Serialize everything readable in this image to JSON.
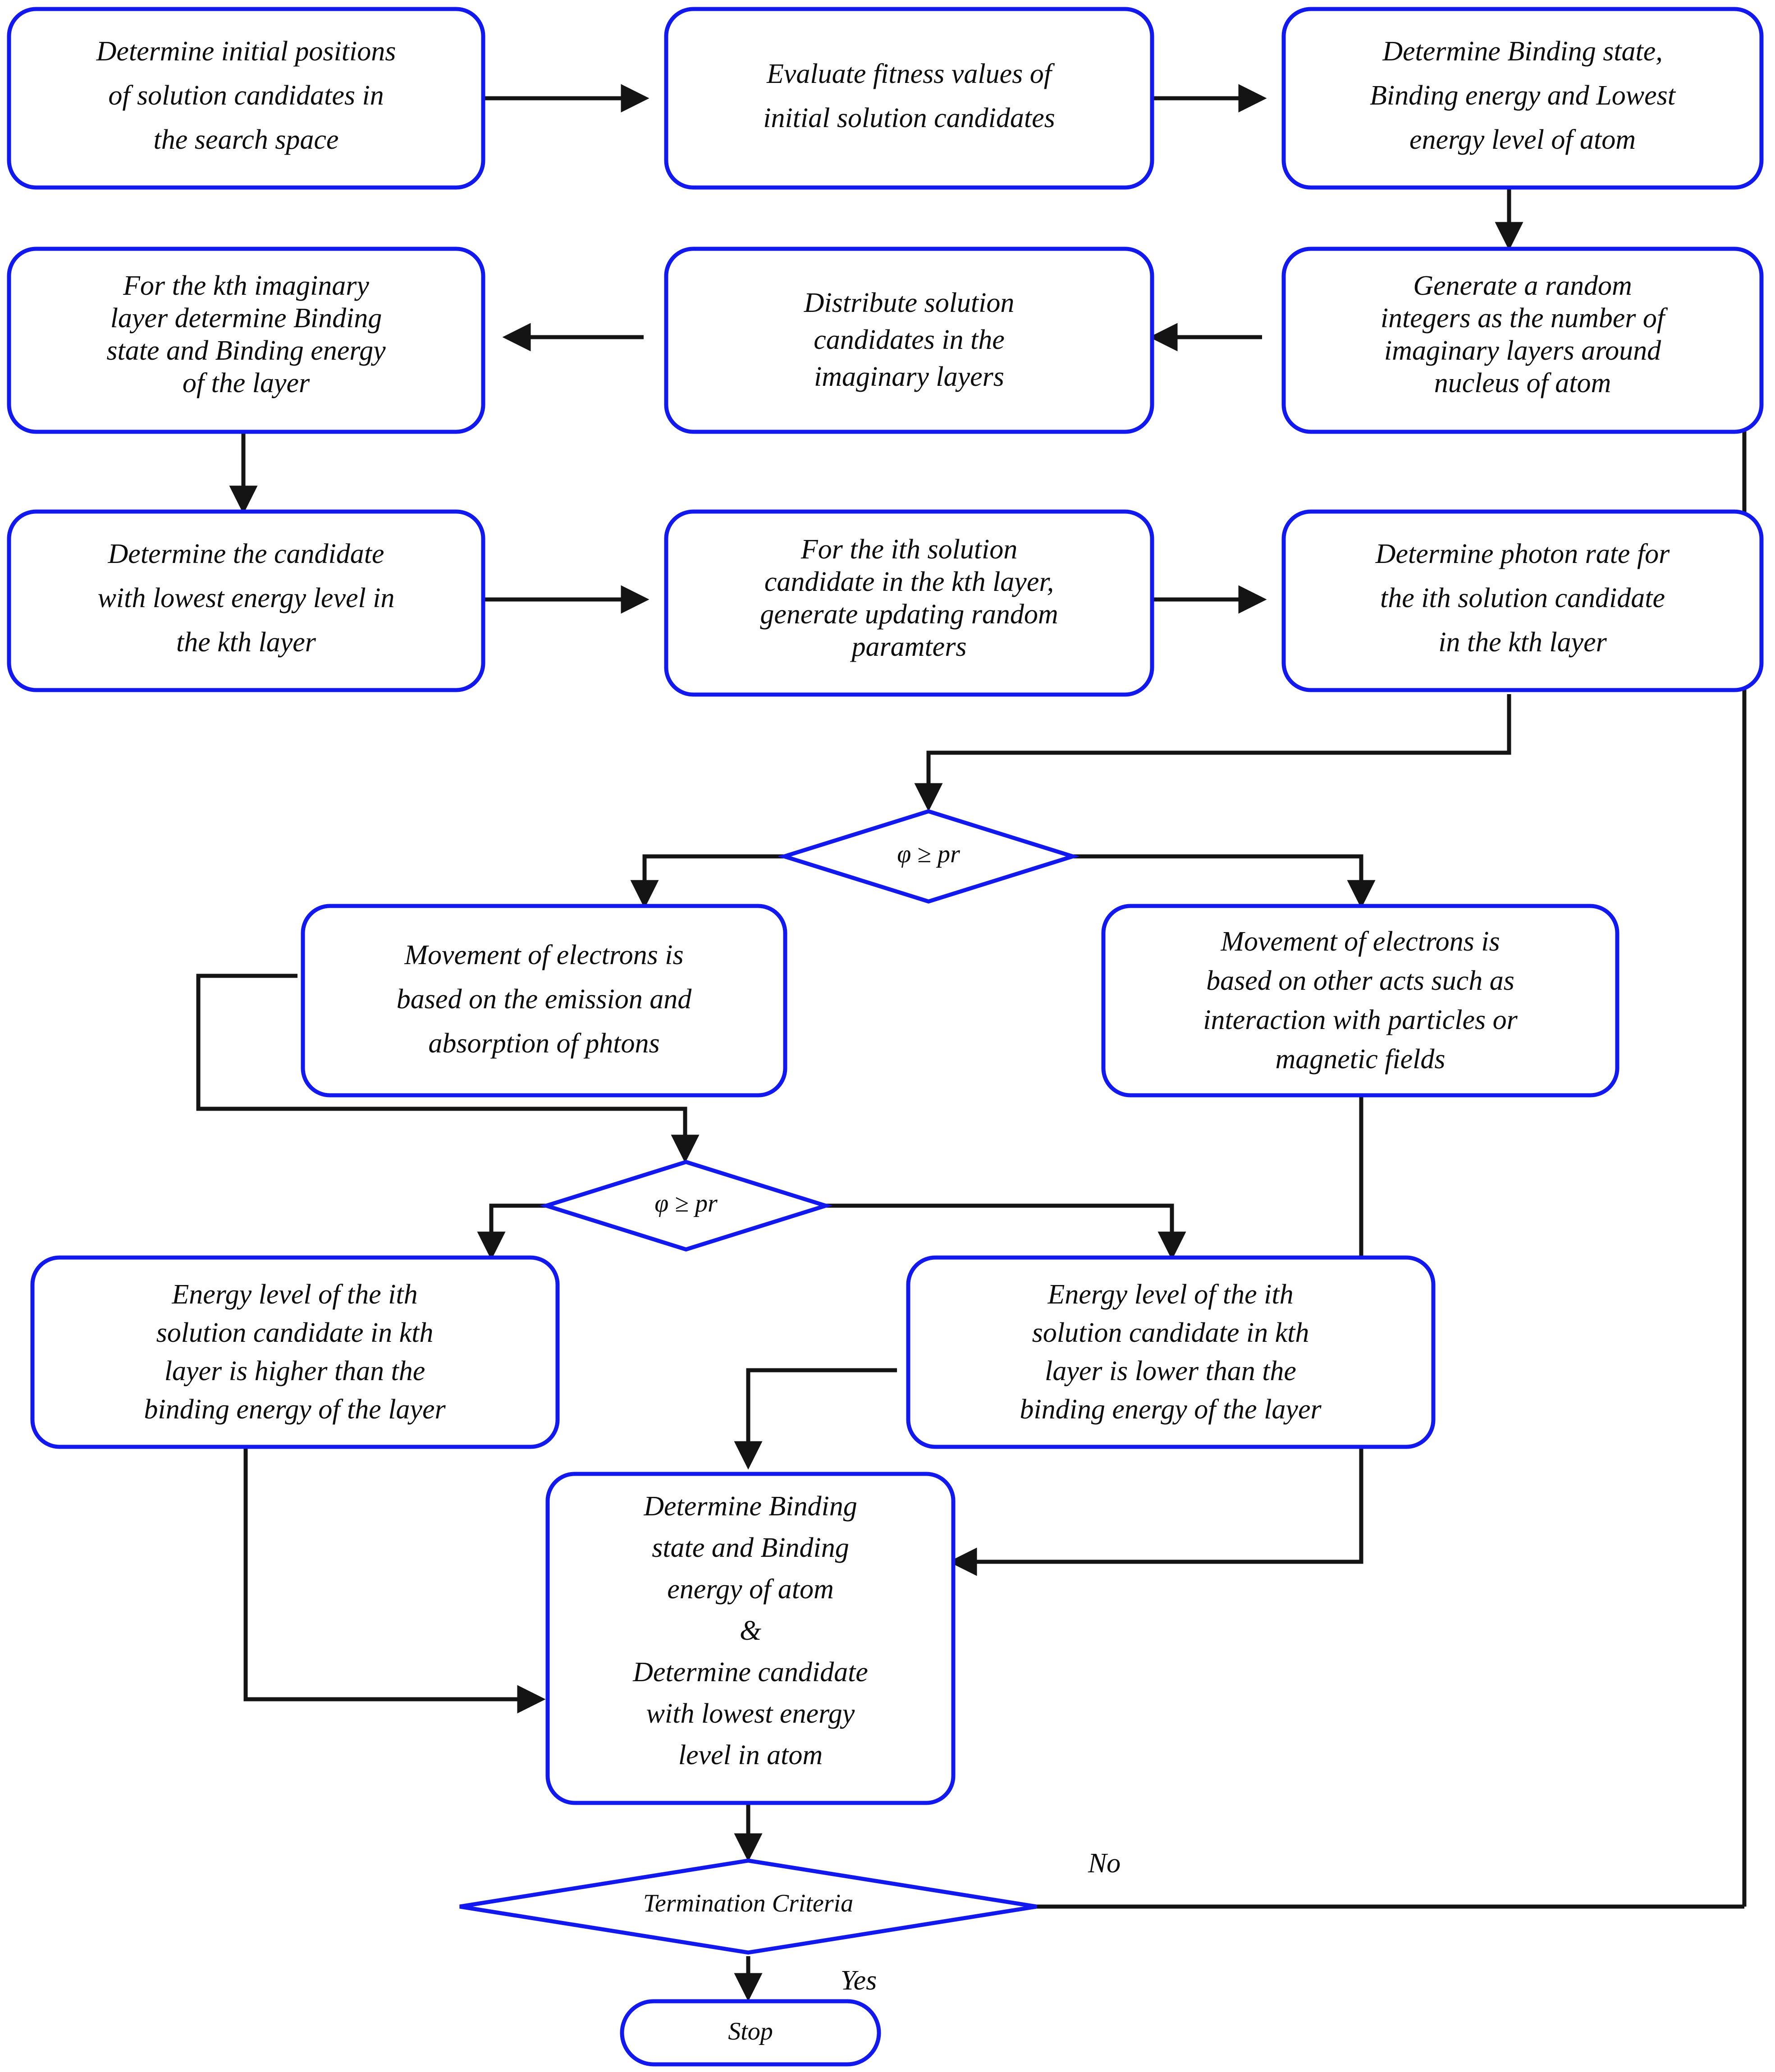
{
  "diagram": {
    "title": "Atom Search Optimization algorithm flowchart",
    "colors": {
      "node_border": "#1119ee",
      "connector": "#141414",
      "text": "#0d0d0d",
      "background": "#ffffff"
    },
    "nodes": {
      "determine_initial_positions": {
        "shape": "process",
        "lines": [
          "Determine initial positions",
          "of solution candidates in",
          "the search space"
        ]
      },
      "evaluate_fitness": {
        "shape": "process",
        "lines": [
          "Evaluate fitness values of",
          "initial solution candidates"
        ]
      },
      "determine_binding_state_atom": {
        "shape": "process",
        "lines": [
          "Determine Binding state,",
          "Binding energy and Lowest",
          "energy level of atom"
        ]
      },
      "generate_random_integers": {
        "shape": "process",
        "lines": [
          "Generate a random",
          "integers as the number of",
          "imaginary layers around",
          "nucleus of atom"
        ]
      },
      "distribute_candidates": {
        "shape": "process",
        "lines": [
          "Distribute solution",
          "candidates in the",
          "imaginary layers"
        ]
      },
      "kth_layer_binding": {
        "shape": "process",
        "lines": [
          "For the kth imaginary",
          "layer determine Binding",
          "state and Binding energy",
          "of the layer"
        ]
      },
      "lowest_energy_in_kth_layer": {
        "shape": "process",
        "lines": [
          "Determine the candidate",
          "with lowest energy level in",
          "the kth layer"
        ]
      },
      "generate_updating_random": {
        "shape": "process",
        "lines": [
          "For the ith solution",
          "candidate in the kth layer,",
          "generate updating random",
          "paramters"
        ]
      },
      "determine_photon_rate": {
        "shape": "process",
        "lines": [
          "Determine photon rate for",
          "the ith solution candidate",
          "in the kth layer"
        ]
      },
      "decision_phi_pr_1": {
        "shape": "decision",
        "lines": [
          "φ ≥  pr"
        ]
      },
      "movement_emission_absorption": {
        "shape": "process",
        "lines": [
          "Movement of electrons is",
          "based on the emission and",
          "absorption of phtons"
        ]
      },
      "movement_other_acts": {
        "shape": "process",
        "lines": [
          "Movement of electrons is",
          "based on other acts such as",
          "interaction with particles or",
          "magnetic fields"
        ]
      },
      "decision_phi_pr_2": {
        "shape": "decision",
        "lines": [
          "φ ≥  pr"
        ]
      },
      "energy_higher": {
        "shape": "process",
        "lines": [
          "Energy level of the ith",
          "solution candidate in kth",
          "layer is higher than the",
          "binding energy of the layer"
        ]
      },
      "energy_lower": {
        "shape": "process",
        "lines": [
          "Energy level of the ith",
          "solution candidate in kth",
          "layer is lower than the",
          "binding energy of the layer"
        ]
      },
      "determine_binding_and_lowest": {
        "shape": "process",
        "lines": [
          "Determine Binding",
          "state and Binding",
          "energy of atom",
          "&",
          "Determine candidate",
          "with lowest energy",
          "level in atom"
        ]
      },
      "termination_criteria": {
        "shape": "decision",
        "lines": [
          "Termination Criteria"
        ]
      },
      "stop": {
        "shape": "terminator",
        "lines": [
          "Stop"
        ]
      }
    },
    "edge_labels": {
      "no": "No",
      "yes": "Yes"
    }
  }
}
